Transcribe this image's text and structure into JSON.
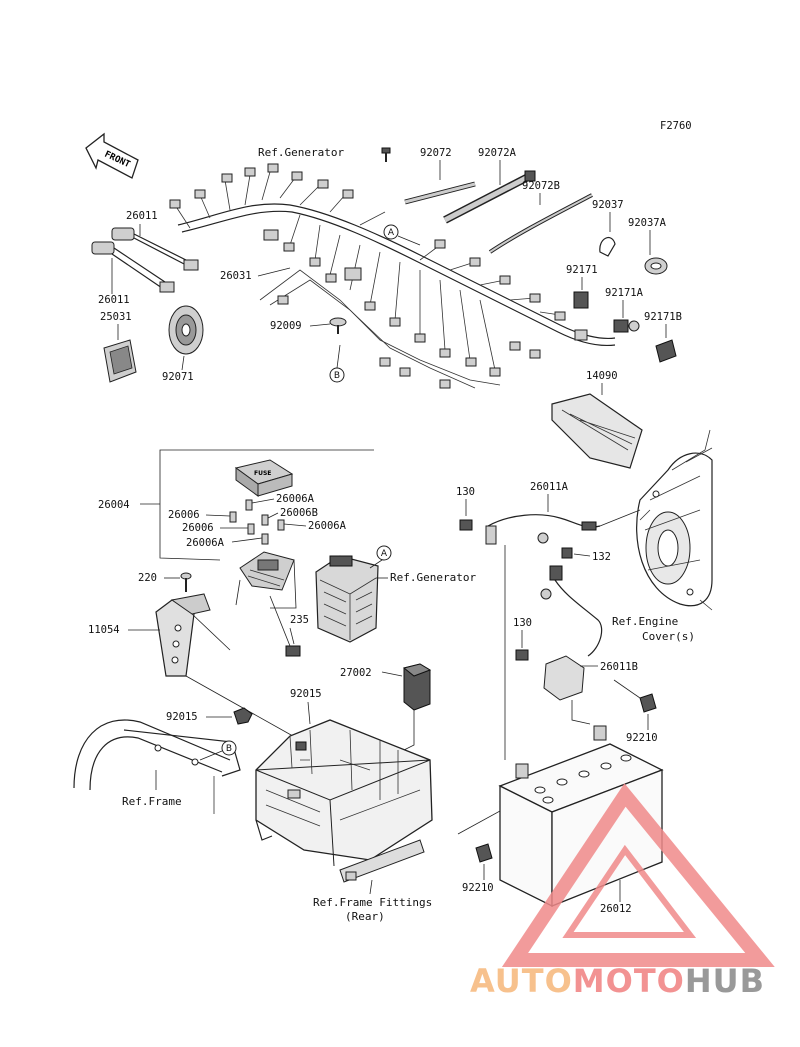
{
  "figure_code": "F2760",
  "front_label": "FRONT",
  "callouts": {
    "a": "A",
    "b": "B"
  },
  "part_numbers": {
    "p26011_top": "26011",
    "p26011_bottom": "26011",
    "p25031": "25031",
    "p92071": "92071",
    "p26031": "26031",
    "p92009": "92009",
    "p92072": "92072",
    "p92072A": "92072A",
    "p92072B": "92072B",
    "p92037": "92037",
    "p92037A": "92037A",
    "p92171": "92171",
    "p92171A": "92171A",
    "p92171B": "92171B",
    "p14090": "14090",
    "p26004": "26004",
    "p26006_1": "26006",
    "p26006A_1": "26006A",
    "p26006B": "26006B",
    "p26006_2": "26006",
    "p26006A_2": "26006A",
    "p26006A_3": "26006A",
    "p220": "220",
    "p11054": "11054",
    "p235": "235",
    "p92015_1": "92015",
    "p92015_2": "92015",
    "p27002": "27002",
    "p130_1": "130",
    "p26011A": "26011A",
    "p132": "132",
    "p130_2": "130",
    "p26011B": "26011B",
    "p92210_1": "92210",
    "p92210_2": "92210",
    "p26012": "26012"
  },
  "references": {
    "generator_top": "Ref.Generator",
    "generator_mid": "Ref.Generator",
    "engine_cover_line1": "Ref.Engine",
    "engine_cover_line2": "Cover(s)",
    "frame": "Ref.Frame",
    "frame_fittings_line1": "Ref.Frame Fittings",
    "frame_fittings_line2": "(Rear)"
  },
  "fuse_box_text": "FUSE",
  "watermark": {
    "part1": "AUTO",
    "part2": "MOTO",
    "part3": "HUB",
    "color1": "#f6b77a",
    "color2": "#f08080",
    "color3": "#888888",
    "triangle_color": "#f08a8a"
  }
}
